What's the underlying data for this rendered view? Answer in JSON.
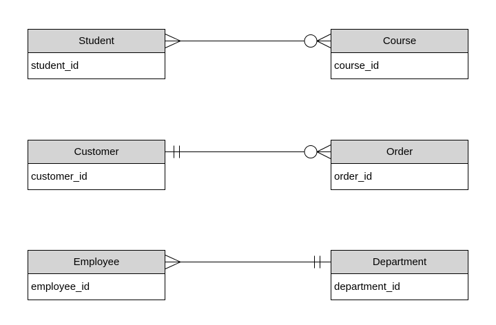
{
  "diagram": {
    "rows": [
      {
        "left": {
          "name": "Student",
          "attribute": "student_id",
          "cardinality": "many"
        },
        "right": {
          "name": "Course",
          "attribute": "course_id",
          "cardinality": "zero-or-many"
        }
      },
      {
        "left": {
          "name": "Customer",
          "attribute": "customer_id",
          "cardinality": "one-and-only-one"
        },
        "right": {
          "name": "Order",
          "attribute": "order_id",
          "cardinality": "zero-or-many"
        }
      },
      {
        "left": {
          "name": "Employee",
          "attribute": "employee_id",
          "cardinality": "many"
        },
        "right": {
          "name": "Department",
          "attribute": "department_id",
          "cardinality": "one-and-only-one"
        }
      }
    ],
    "colors": {
      "header_fill": "#d4d4d4",
      "body_fill": "#ffffff",
      "border": "#000000",
      "background": "#ffffff",
      "line": "#000000"
    }
  }
}
